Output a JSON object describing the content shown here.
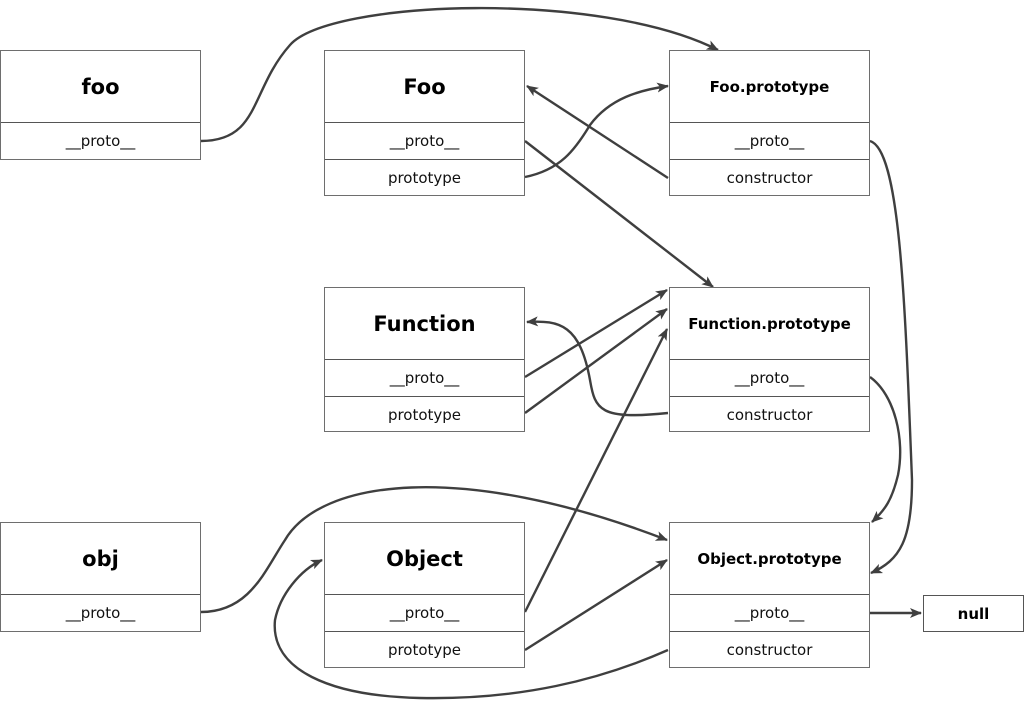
{
  "diagram": {
    "type": "javascript-prototype-chain",
    "nodes": [
      {
        "id": "foo",
        "title": "foo",
        "fields": [
          "__proto__"
        ]
      },
      {
        "id": "Foo",
        "title": "Foo",
        "fields": [
          "__proto__",
          "prototype"
        ]
      },
      {
        "id": "FooPrototype",
        "title": "Foo.prototype",
        "fields": [
          "__proto__",
          "constructor"
        ]
      },
      {
        "id": "Function",
        "title": "Function",
        "fields": [
          "__proto__",
          "prototype"
        ]
      },
      {
        "id": "FunctionPrototype",
        "title": "Function.prototype",
        "fields": [
          "__proto__",
          "constructor"
        ]
      },
      {
        "id": "obj",
        "title": "obj",
        "fields": [
          "__proto__"
        ]
      },
      {
        "id": "Object",
        "title": "Object",
        "fields": [
          "__proto__",
          "prototype"
        ]
      },
      {
        "id": "ObjectPrototype",
        "title": "Object.prototype",
        "fields": [
          "__proto__",
          "constructor"
        ]
      },
      {
        "id": "null",
        "title": "null",
        "fields": []
      }
    ],
    "edges": [
      {
        "from": "foo.__proto__",
        "to": "Foo.prototype"
      },
      {
        "from": "Foo.__proto__",
        "to": "Function.prototype"
      },
      {
        "from": "Foo.prototype",
        "to": "Foo.prototype"
      },
      {
        "from": "Foo.prototype.__proto__",
        "to": "Object.prototype"
      },
      {
        "from": "Foo.prototype.constructor",
        "to": "Foo"
      },
      {
        "from": "Function.__proto__",
        "to": "Function.prototype"
      },
      {
        "from": "Function.prototype",
        "to": "Function.prototype"
      },
      {
        "from": "Function.prototype.__proto__",
        "to": "Object.prototype"
      },
      {
        "from": "Function.prototype.constructor",
        "to": "Function"
      },
      {
        "from": "obj.__proto__",
        "to": "Object.prototype"
      },
      {
        "from": "Object.__proto__",
        "to": "Function.prototype"
      },
      {
        "from": "Object.prototype",
        "to": "Object.prototype"
      },
      {
        "from": "Object.prototype.__proto__",
        "to": "null"
      },
      {
        "from": "Object.prototype.constructor",
        "to": "Object"
      }
    ]
  },
  "labels": {
    "foo": {
      "title": "foo",
      "proto": "__proto__"
    },
    "Foo": {
      "title": "Foo",
      "proto": "__proto__",
      "prototype": "prototype"
    },
    "FooPrototype": {
      "title": "Foo.prototype",
      "proto": "__proto__",
      "constructor": "constructor"
    },
    "Function": {
      "title": "Function",
      "proto": "__proto__",
      "prototype": "prototype"
    },
    "FunctionPrototype": {
      "title": "Function.prototype",
      "proto": "__proto__",
      "constructor": "constructor"
    },
    "obj": {
      "title": "obj",
      "proto": "__proto__"
    },
    "Object": {
      "title": "Object",
      "proto": "__proto__",
      "prototype": "prototype"
    },
    "ObjectPrototype": {
      "title": "Object.prototype",
      "proto": "__proto__",
      "constructor": "constructor"
    },
    "null": {
      "title": "null"
    }
  },
  "colors": {
    "arrow": "#3f3f3f",
    "border": "#6e6e6e",
    "text": "#000000"
  }
}
